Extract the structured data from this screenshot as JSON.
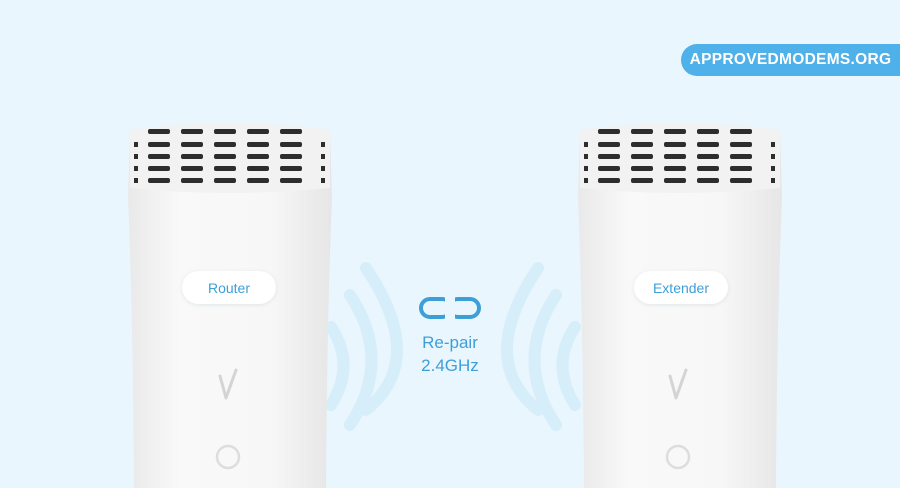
{
  "watermark": {
    "text": "APPROVEDMODEMS.ORG"
  },
  "devices": {
    "router": {
      "label": "Router",
      "logo_icon": "verizon-check-icon",
      "button_icon": "power-ring-icon"
    },
    "extender": {
      "label": "Extender",
      "logo_icon": "verizon-check-icon",
      "button_icon": "power-ring-icon"
    }
  },
  "connection": {
    "icon": "link-icon",
    "line1": "Re-pair",
    "line2": "2.4GHz"
  },
  "colors": {
    "background": "#eaf6fd",
    "accent": "#4fb1ea",
    "text_blue": "#3d9fd8",
    "device_white": "#f7f7f7",
    "wave": "#cfeaf8"
  }
}
